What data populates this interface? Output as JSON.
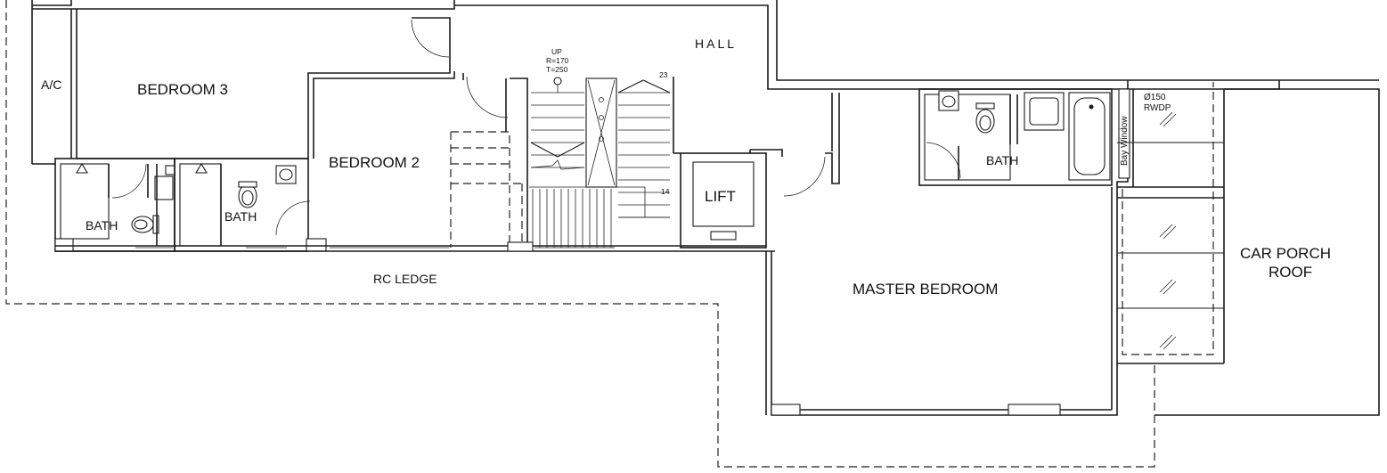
{
  "labels": {
    "hall": "HALL",
    "ac": "A/C",
    "bedroom3": "BEDROOM 3",
    "bedroom2": "BEDROOM 2",
    "lift": "LIFT",
    "bath_left_1": "BATH",
    "bath_left_2": "BATH",
    "bath_master": "BATH",
    "master_bedroom": "MASTER BEDROOM",
    "rc_ledge": "RC LEDGE",
    "car_porch_line1": "CAR PORCH",
    "car_porch_line2": "ROOF",
    "bay_window": "Bay Window",
    "rwdp_line1": "Ø150",
    "rwdp_line2": "RWDP",
    "stair_up": "UP",
    "stair_riser": "R=170",
    "stair_tread": "T=250",
    "stair_step_top": "23",
    "stair_step_bottom": "14"
  },
  "colors": {
    "line": "#1a1a1a",
    "background": "#ffffff"
  },
  "icons": {
    "toilet": "toilet-icon",
    "basin": "basin-icon",
    "shower": "shower-icon",
    "bathtub": "bathtub-icon",
    "door_swing": "door-swing-icon",
    "glass_hatch": "glass-hatch-icon"
  }
}
